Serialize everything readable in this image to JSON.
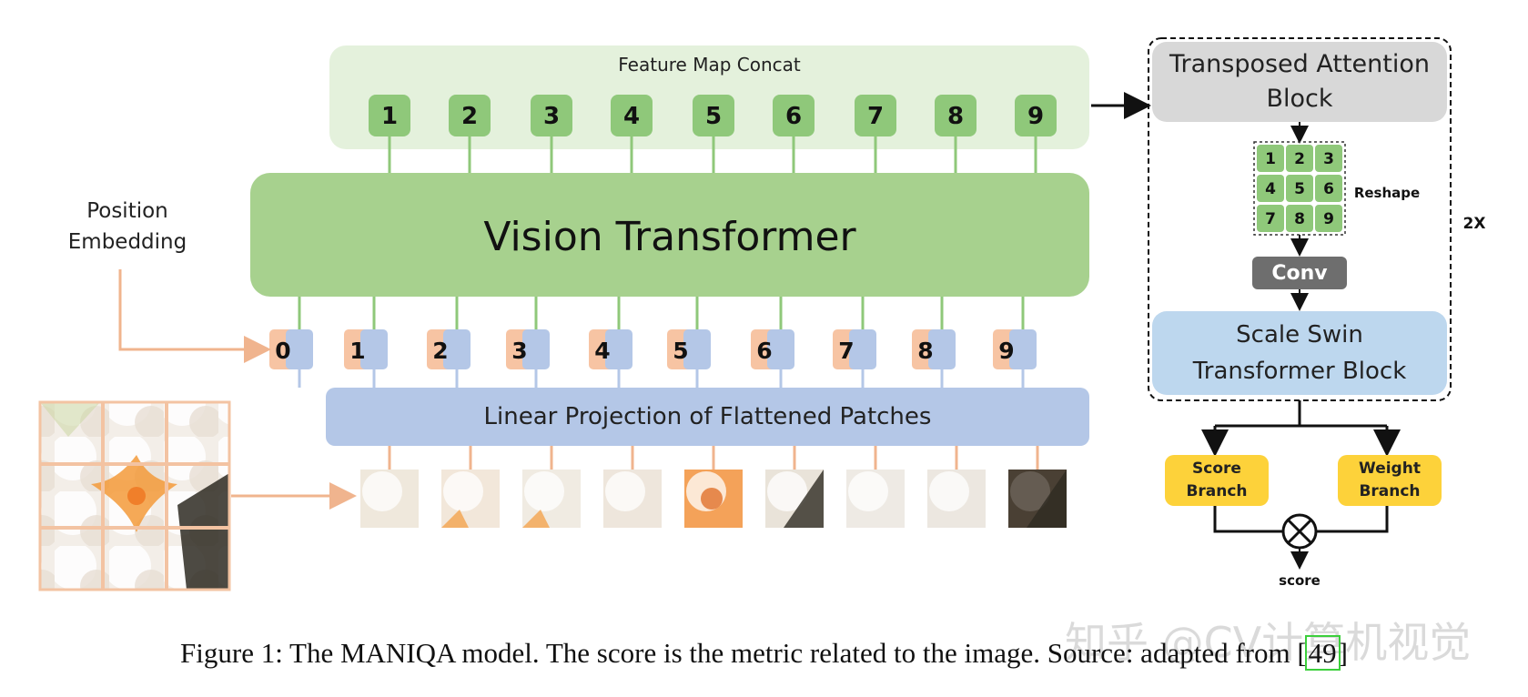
{
  "feature_map": {
    "title": "Feature Map Concat",
    "tokens": [
      "1",
      "2",
      "3",
      "4",
      "5",
      "6",
      "7",
      "8",
      "9"
    ]
  },
  "vit": {
    "title": "Vision Transformer"
  },
  "position_embedding": {
    "label": "Position\nEmbedding"
  },
  "embed_tokens": [
    "0",
    "1",
    "2",
    "3",
    "4",
    "5",
    "6",
    "7",
    "8",
    "9"
  ],
  "linear_projection": {
    "title": "Linear Projection of Flattened Patches"
  },
  "tab": {
    "title": "Transposed Attention\nBlock"
  },
  "reshape": {
    "grid": [
      "1",
      "2",
      "3",
      "4",
      "5",
      "6",
      "7",
      "8",
      "9"
    ],
    "label": "Reshape"
  },
  "conv": {
    "label": "Conv"
  },
  "swin": {
    "title": "Scale Swin\nTransformer Block"
  },
  "repeat": {
    "label": "2X"
  },
  "branches": {
    "score": "Score\nBranch",
    "weight": "Weight\nBranch",
    "output": "score"
  },
  "caption": {
    "text": "Figure 1: The MANIQA model. The score is the metric related to the image. Source: adapted from [",
    "ref": "49",
    "end": "]"
  },
  "watermark": "知乎 @CV计算机视觉",
  "colors": {
    "green_light": "#e4f1dc",
    "green": "#a7d18e",
    "token_green": "#8fc87a",
    "orange": "#f7c4a3",
    "blue": "#b4c7e7",
    "gray": "#d8d8d8",
    "dark_gray": "#6e6e6e",
    "yellow": "#fdd23a",
    "light_blue": "#bdd7ee"
  }
}
